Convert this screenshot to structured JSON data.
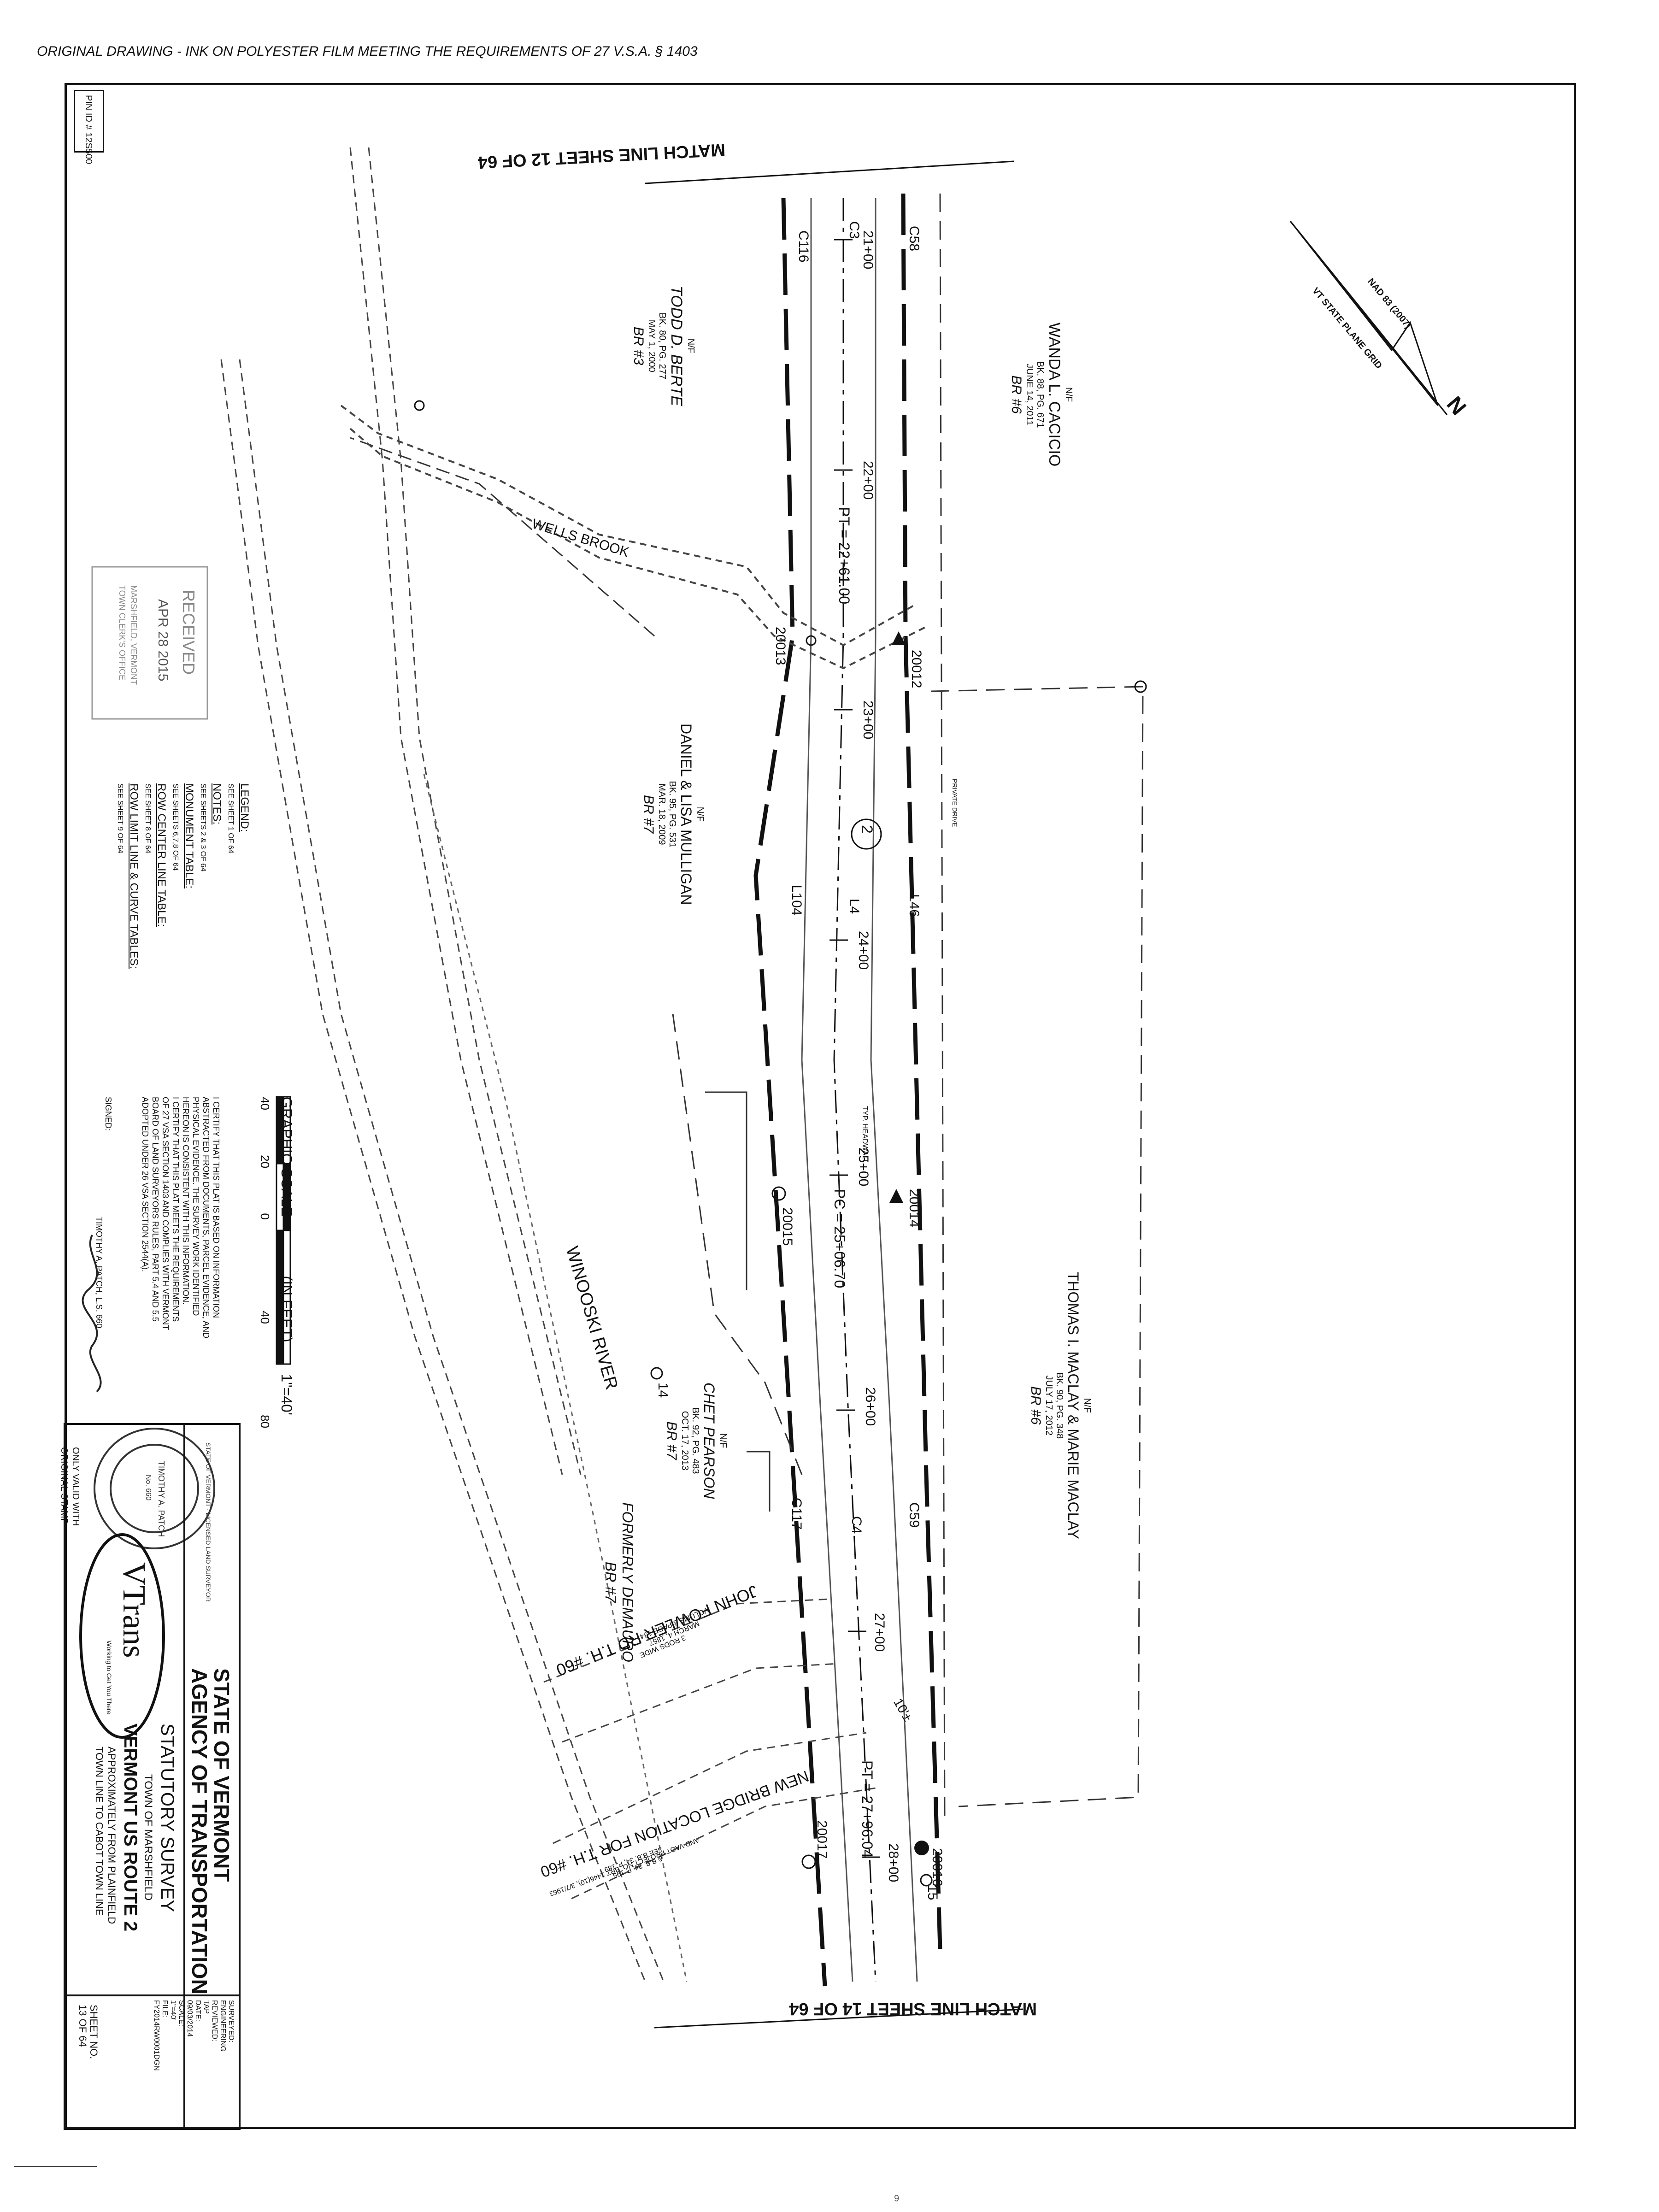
{
  "header": {
    "note": "ORIGINAL DRAWING - INK ON POLYESTER FILM MEETING THE REQUIREMENTS OF 27 V.S.A. § 1403"
  },
  "pin": "PIN ID # 12S500",
  "match_lines": {
    "top": "MATCH LINE SHEET 12 OF 64",
    "bottom": "MATCH LINE SHEET 14 OF 64"
  },
  "north_arrow": {
    "label": "N",
    "datum": "NAD 83 (2007)",
    "grid": "VT STATE PLANE GRID"
  },
  "owners": [
    {
      "nf": "N/F",
      "name": "WANDA L. CACICIO",
      "book": "BK. 88, PG. 671",
      "date": "JUNE 14, 2011",
      "br": "BR #6"
    },
    {
      "nf": "N/F",
      "name": "TODD D. BERTE",
      "book": "BK. 80, PG. 277",
      "date": "MAY 1, 2000",
      "br": "BR #3"
    },
    {
      "nf": "N/F",
      "name": "DANIEL & LISA MULLIGAN",
      "book": "BK. 95, PG. 531",
      "date": "MAR. 18, 2009",
      "br": "BR #7"
    },
    {
      "nf": "N/F",
      "name": "THOMAS I. MACLAY & MARIE MACLAY",
      "book": "BK. 90, PG. 348",
      "date": "JULY 17, 2012",
      "br": "BR #6"
    },
    {
      "nf": "N/F",
      "name": "CHET PEARSON",
      "book": "BK. 92, PG. 483",
      "date": "OCT. 17, 2013",
      "br": "BR #7"
    },
    {
      "nf": "",
      "name": "FORMERLY DEMAURO",
      "book": "",
      "date": "",
      "br": "BR #7"
    }
  ],
  "features": {
    "wells_brook": "WELLS BROOK",
    "winooski": "WINOOSKI RIVER",
    "john_fowler": "JOHN FOWLER RD T.H. #60",
    "jf_vol": "VOLUME 3 PAGE 134",
    "jf_date": "MARCH 4, 1857",
    "jf_width": "3 RODS WIDE",
    "new_bridge": "NEW BRIDGE LOCATION FOR T.H. #60",
    "bridge_ref1": "SEE B.B. 34, P. 189",
    "bridge_ref2": "& B.B. 34, P. 195",
    "bridge_ref3": "AND VAOT PROJECT NO. BRZ 1446(10), 3/7/1963",
    "private_drive": "PRIVATE DRIVE",
    "headwall": "TYP. HEADWALL",
    "route_marker": "2"
  },
  "stations": [
    "21+00",
    "22+00",
    "23+00",
    "24+00",
    "25+00",
    "26+00",
    "27+00",
    "28+00"
  ],
  "curve_points": {
    "pt1": "PT = 22+61.00",
    "pc": "PC = 25+06.70",
    "pt2": "PT = 27+96.04",
    "c3": "C3",
    "c4": "C4",
    "l4": "L4",
    "c58": "C58",
    "c59": "C59",
    "l46": "L46",
    "c116": "C116",
    "c117": "C117",
    "l104": "L104",
    "offset": "10'±"
  },
  "points": [
    "20012",
    "20013",
    "20014",
    "20015",
    "20016",
    "20017",
    "14",
    "15"
  ],
  "legend": {
    "legend_h": "LEGEND:",
    "legend_t": "SEE SHEET 1 OF 64",
    "notes_h": "NOTES:",
    "notes_t": "SEE SHEETS 2 & 3 OF 64",
    "mon_h": "MONUMENT TABLE:",
    "mon_t": "SEE SHEETS 6,7,8 OF 64",
    "row_h": "ROW CENTER LINE TABLE:",
    "row_t": "SEE SHEET 8 OF 64",
    "lim_h": "ROW LIMIT LINE & CURVE TABLES:",
    "lim_t": "SEE SHEET 9 OF 64"
  },
  "scale": {
    "title": "GRAPHIC SCALE",
    "units": "(IN FEET)",
    "ratio": "1\"=40'",
    "ticks": [
      "40",
      "20",
      "0",
      "40",
      "80"
    ]
  },
  "certification": {
    "line1": "I CERTIFY THAT THIS PLAT IS BASED ON INFORMATION",
    "line2": "ABSTRACTED FROM DOCUMENTS, PARCEL EVIDENCE, AND",
    "line3": "PHYSICAL EVIDENCE. THE SURVEY WORK IDENTIFIED",
    "line4": "HEREON IS CONSISTENT WITH THIS INFORMATION.",
    "line5": "I CERTIFY THAT THIS PLAT MEETS THE REQUIREMENTS",
    "line6": "OF 27 VSA SECTION 1403 AND COMPLIES WITH VERMONT",
    "line7": "BOARD OF LAND SURVEYORS RULES, PART 5.4 AND 5.5",
    "line8": "ADOPTED UNDER 26 VSA SECTION 2544(A).",
    "signed": "SIGNED:",
    "surveyor": "TIMOTHY A. PATCH, L.S. 660"
  },
  "received_stamp": {
    "line1": "RECEIVED",
    "line2": "APR 28 2015",
    "line3": "MARSHFIELD, VERMONT",
    "line4": "TOWN CLERK'S OFFICE"
  },
  "seal": {
    "ring": "STATE OF VERMONT · LICENSED LAND SURVEYOR",
    "name": "TIMOTHY A. PATCH",
    "num": "No. 660",
    "valid1": "ONLY VALID WITH",
    "valid2": "ORIGINAL STAMP"
  },
  "title_block": {
    "agency1": "STATE OF VERMONT",
    "agency2": "AGENCY OF TRANSPORTATION",
    "survey": "STATUTORY SURVEY",
    "town": "TOWN OF MARSHFIELD",
    "route": "VERMONT US ROUTE 2",
    "extent1": "APPROXIMATELY FROM PLAINFIELD",
    "extent2": "TOWN LINE TO CABOT TOWN LINE",
    "logo": "VTrans",
    "logo_sub": "Working to Get You There",
    "surveyed": "SURVEYED:",
    "engineering": "ENGINEERING",
    "reviewed": "REVIEWED:",
    "reviewer": "TAP",
    "date_l": "DATE:",
    "date_v": "09/03/2014",
    "scale_l": "SCALE:",
    "scale_v": "1\"=40'",
    "file_l": "FILE:",
    "file_v": "FY2014RW0001DGN",
    "sheet_l": "SHEET NO.",
    "sheet_v": "13 OF 64"
  },
  "page_mark": "9"
}
